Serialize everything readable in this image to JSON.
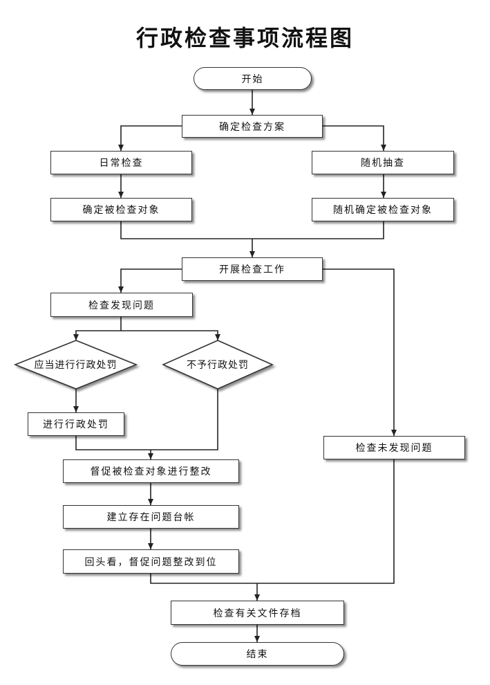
{
  "title": "行政检查事项流程图",
  "nodes": {
    "start": "开始",
    "plan": "确定检查方案",
    "daily": "日常检查",
    "random": "随机抽查",
    "daily_target": "确定被检查对象",
    "random_target": "随机确定被检查对象",
    "work": "开展检查工作",
    "found": "检查发现问题",
    "should_punish": "应当进行行政处罚",
    "no_punish": "不予行政处罚",
    "do_punish": "进行行政处罚",
    "not_found": "检查未发现问题",
    "rectify": "督促被检查对象进行整改",
    "ledger": "建立存在问题台帐",
    "review": "回头看，督促问题整改到位",
    "archive": "检查有关文件存档",
    "end": "结束"
  }
}
